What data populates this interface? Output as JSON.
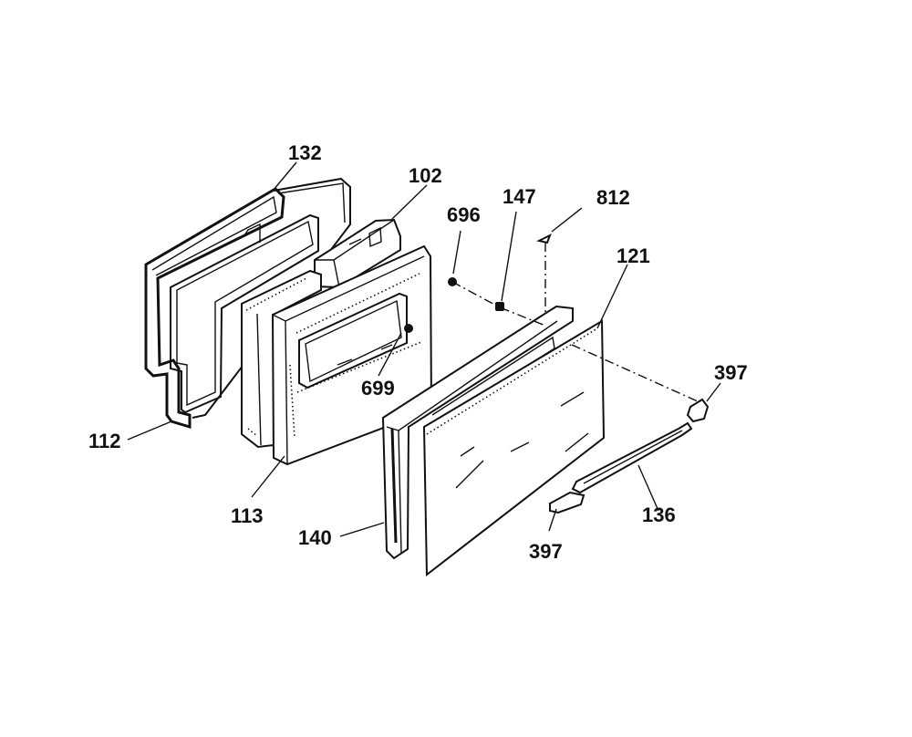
{
  "callouts": {
    "c132": "132",
    "c102": "102",
    "c696": "696",
    "c147": "147",
    "c812": "812",
    "c121": "121",
    "c397a": "397",
    "c699": "699",
    "c112": "112",
    "c113": "113",
    "c140": "140",
    "c136": "136",
    "c397b": "397"
  }
}
